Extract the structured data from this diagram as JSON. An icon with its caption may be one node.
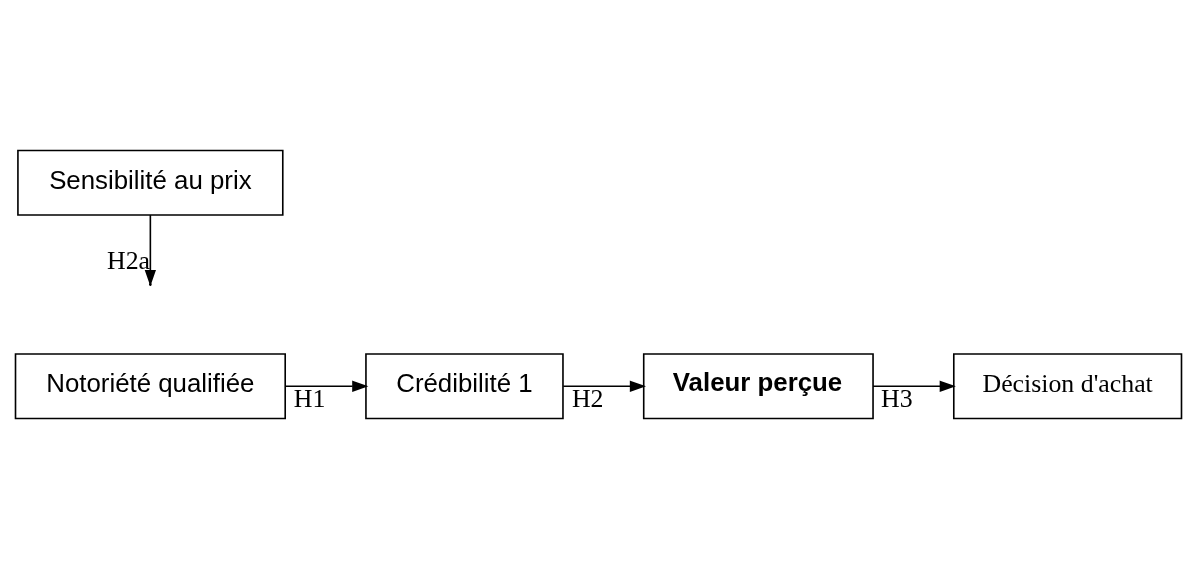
{
  "diagram": {
    "nodes": [
      {
        "text": [
          "Notoriété qualifiée"
        ]
      },
      {
        "text": [
          "Crédibilité 1"
        ]
      },
      {
        "text": [
          "Valeur perçue"
        ]
      },
      {
        "text": [
          "Décision d'achat"
        ]
      },
      {
        "text": [
          "Sensibilité au prix"
        ]
      }
    ],
    "edges": [
      {
        "from": 0,
        "to": 1,
        "arrow": "to",
        "label": "H1"
      },
      {
        "from": 1,
        "to": 2,
        "arrow": "to",
        "label": "H2"
      },
      {
        "from": 2,
        "to": 3,
        "arrow": "to",
        "label": "H3"
      },
      {
        "from": 4,
        "to": null,
        "arrow": "to",
        "label": "H2a"
      }
    ]
  }
}
